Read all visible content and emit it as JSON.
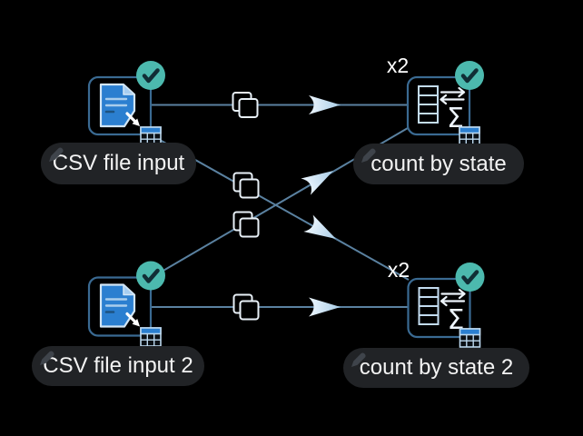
{
  "app": {
    "name": "dataflow workflow canvas",
    "background": "#000000"
  },
  "colors": {
    "background": "#000000",
    "node_border": "#3a6a92",
    "connection_line": "#5a81a0",
    "arrow_bright": "#eef7ff",
    "arrow_faded": "#a8cce6",
    "copy_icon_stroke": "#e9f1f8",
    "document_blue": "#2b7fd0",
    "document_fold": "#a6cdf0",
    "document_outline": "#d2e6f6",
    "document_line": "#a9cdec",
    "document_line_dark": "#1d5381",
    "grid_outline": "#bcd8ee",
    "grid_header_blue": "#2b7fd0",
    "check_teal": "#4cb9ae",
    "check_mark_dark": "#112e36",
    "white_icon": "#edf4fb",
    "label_pill_bg": "#212326",
    "label_text": "#f3f3f3",
    "pencil_gray": "#3f444b"
  },
  "nodes": [
    {
      "id": "csv-file-input",
      "label": "CSV file input",
      "badge": "",
      "status": "completed",
      "status_icon": "check-circle-icon",
      "type_icon": "csv-document-icon",
      "output_icon": "table-grid-icon"
    },
    {
      "id": "count-by-state",
      "label": "count by state",
      "badge": "x2",
      "status": "completed",
      "status_icon": "check-circle-icon",
      "type_icon": "aggregate-sigma-icon",
      "output_icon": "table-grid-icon"
    },
    {
      "id": "csv-file-input-2",
      "label": "CSV file input 2",
      "badge": "",
      "status": "completed",
      "status_icon": "check-circle-icon",
      "type_icon": "csv-document-icon",
      "output_icon": "table-grid-icon"
    },
    {
      "id": "count-by-state-2",
      "label": "count by state 2",
      "badge": "x2",
      "status": "completed",
      "status_icon": "check-circle-icon",
      "type_icon": "aggregate-sigma-icon",
      "output_icon": "table-grid-icon"
    }
  ],
  "connections": [
    {
      "from": "CSV file input",
      "to": "count by state",
      "mid_icon": "copy-icon"
    },
    {
      "from": "CSV file input",
      "to": "count by state 2",
      "mid_icon": "copy-icon"
    },
    {
      "from": "CSV file input 2",
      "to": "count by state",
      "mid_icon": "copy-icon"
    },
    {
      "from": "CSV file input 2",
      "to": "count by state 2",
      "mid_icon": "copy-icon"
    }
  ],
  "icons": {
    "sigma_glyph": "Σ",
    "edit_pencil": "pencil-icon"
  }
}
